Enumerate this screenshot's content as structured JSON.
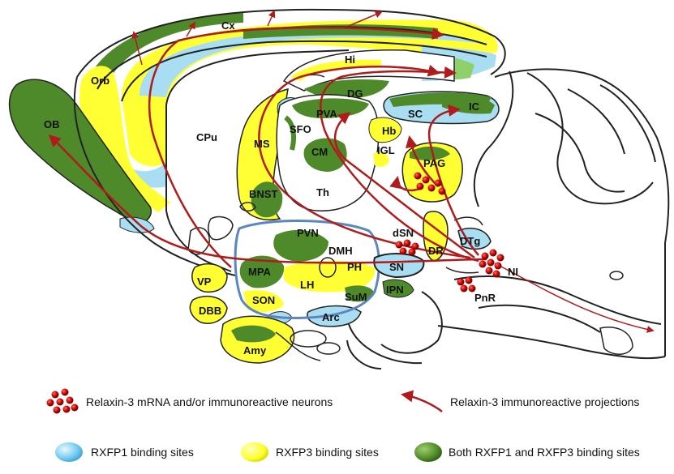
{
  "regions": {
    "cx": "Cx",
    "orb": "Orb",
    "hi": "Hi",
    "ob": "OB",
    "dg": "DG",
    "pva": "PVA",
    "sc": "SC",
    "ic": "IC",
    "cpu": "CPu",
    "sfo": "SFO",
    "hb": "Hb",
    "ms": "MS",
    "cm": "CM",
    "igl": "IGL",
    "pag": "PAG",
    "th": "Th",
    "bnst": "BNST",
    "pvn": "PVN",
    "dsn": "dSN",
    "dmh": "DMH",
    "dtg": "DTg",
    "mpa": "MPA",
    "ph": "PH",
    "sn": "SN",
    "dr": "DR",
    "ni": "NI",
    "vp": "VP",
    "lh": "LH",
    "son": "SON",
    "sum": "SuM",
    "ipn": "IPN",
    "pnr": "PnR",
    "dbb": "DBB",
    "arc": "Arc",
    "amy": "Amy"
  },
  "legend": {
    "neurons": "Relaxin-3 mRNA and/or immunoreactive neurons",
    "projections": "Relaxin-3 immunoreactive projections",
    "rxfp1": "RXFP1 binding sites",
    "rxfp3": "RXFP3 binding sites",
    "both": "Both RXFP1 and RXFP3 binding sites"
  },
  "colors": {
    "rxfp1": "#a9def2",
    "rxfp3": "#ffff33",
    "both": "#4f8a2a",
    "projection": "#b01b1b",
    "neuron": "#c40000",
    "hypothalamus_outline": "#5b86c0",
    "outline": "#222222"
  }
}
